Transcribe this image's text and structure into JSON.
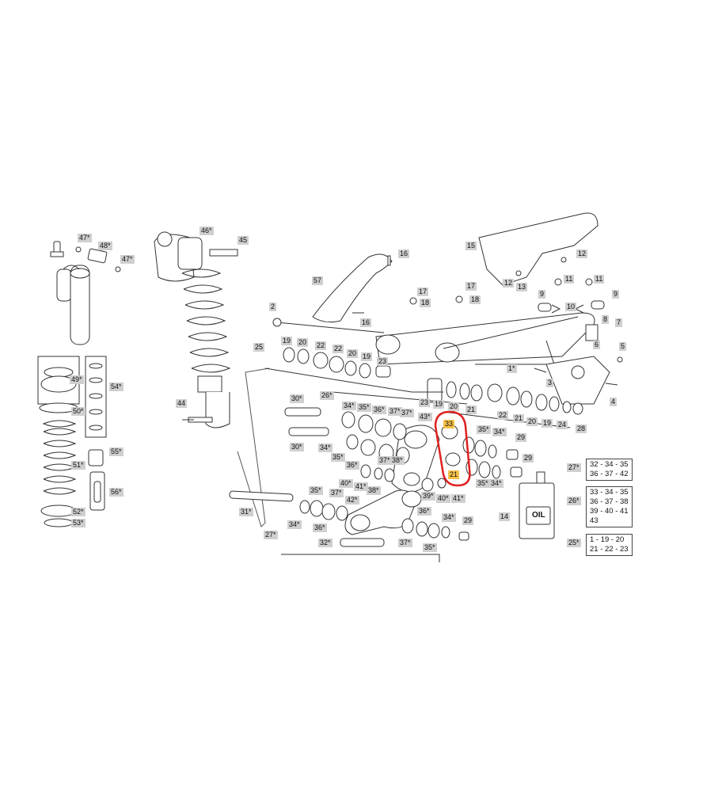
{
  "labels": {
    "p47a": "47*",
    "p48": "48*",
    "p47b": "47*",
    "p46": "46*",
    "p45": "45",
    "p44": "44",
    "p49": "49*",
    "p50": "50*",
    "p51": "51*",
    "p52": "52*",
    "p53": "53*",
    "p54": "54*",
    "p55": "55*",
    "p56": "56*",
    "p57": "57",
    "p16a": "16",
    "p16b": "16",
    "p17a": "17",
    "p18a": "18",
    "p17b": "17",
    "p18b": "18",
    "p15": "15",
    "p12a": "12",
    "p12b": "12",
    "p13": "13",
    "p11a": "11",
    "p11b": "11",
    "p9a": "9",
    "p9b": "9",
    "p10": "10",
    "p8": "8",
    "p7": "7",
    "p6": "6",
    "p5": "5",
    "p4": "4",
    "p3": "3",
    "p1": "1*",
    "p2": "2",
    "p25": "25",
    "r19a": "19",
    "r20a": "20",
    "r22a": "22",
    "r22b": "22",
    "r20b": "20",
    "r19b": "19",
    "r23a": "23",
    "r23b": "23",
    "r19c": "19",
    "r20c": "20",
    "r21a": "21",
    "r22c": "22",
    "r21b": "21",
    "r20d": "20",
    "r19d": "19",
    "r24": "24",
    "r28": "28",
    "p30a": "30*",
    "p26": "26*",
    "p34a": "34*",
    "p35a": "35*",
    "p36a": "36*",
    "p37a": "37*",
    "p43": "43*",
    "p33": "33",
    "p35b": "35*",
    "p34b": "34*",
    "p29a": "29",
    "p29b": "29",
    "p30b": "30*",
    "p34c": "34*",
    "p35c": "35*",
    "p36b": "36*",
    "p37b": "37*",
    "p38a": "38*",
    "p40a": "40*",
    "p41a": "41*",
    "p38b": "38*",
    "p39": "39*",
    "p40b": "40*",
    "p41b": "41*",
    "p35d": "35*",
    "p34d": "34*",
    "p31": "31*",
    "p35e": "35*",
    "p37c": "37*",
    "p42": "42*",
    "p36c": "36*",
    "p34e": "34*",
    "p27": "27*",
    "p36d": "36*",
    "p34f": "34*",
    "p29c": "29",
    "p32": "32*",
    "p37d": "37*",
    "p35f": "35*",
    "p14": "14",
    "p21": "21"
  },
  "oil_bottle_text": "OIL",
  "kits": [
    {
      "ref": "27*",
      "lines": "32 - 34 - 35\n36 - 37 - 42"
    },
    {
      "ref": "26*",
      "lines": "33 - 34 - 35\n36 - 37 - 38\n39 - 40 - 41\n43"
    },
    {
      "ref": "25*",
      "lines": "1 - 19 - 20\n21 - 22 - 23"
    }
  ],
  "highlight": {
    "color": "#e02020"
  }
}
